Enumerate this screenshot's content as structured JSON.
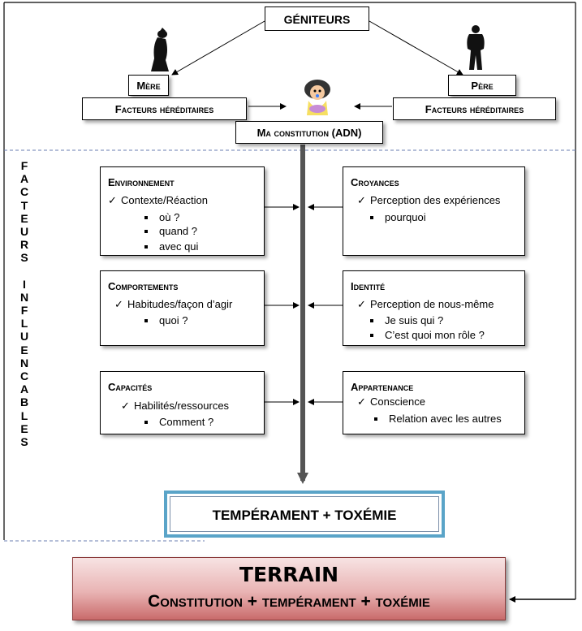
{
  "top": {
    "geniteurs": "GÉNITEURS",
    "mere": "Mère",
    "pere": "Père",
    "facteurs_left": "Facteurs héréditaires",
    "facteurs_right": "Facteurs héréditaires",
    "constitution": "Ma constitution (ADN)"
  },
  "side_label": [
    "F",
    "A",
    "C",
    "T",
    "E",
    "U",
    "R",
    "S",
    "",
    "I",
    "N",
    "F",
    "L",
    "U",
    "E",
    "N",
    "C",
    "A",
    "B",
    "L",
    "E",
    "S"
  ],
  "factors": {
    "environnement": {
      "title": "Environnement",
      "main": "Contexte/Réaction",
      "subs": [
        "où ?",
        "quand ?",
        "avec qui"
      ]
    },
    "croyances": {
      "title": "Croyances",
      "main": "Perception des expériences",
      "subs": [
        "pourquoi"
      ]
    },
    "comportements": {
      "title": "Comportements",
      "main": "Habitudes/façon d’agir",
      "subs": [
        "quoi ?"
      ]
    },
    "identite": {
      "title": "Identité",
      "main": "Perception de nous-même",
      "subs": [
        "Je suis qui ?",
        "C’est quoi mon rôle ?"
      ]
    },
    "capacites": {
      "title": "Capacités",
      "main": "Habilités/ressources",
      "subs": [
        "Comment ?"
      ]
    },
    "appartenance": {
      "title": "Appartenance",
      "main": "Conscience",
      "subs": [
        "Relation avec les autres"
      ]
    }
  },
  "temperament": "TEMPÉRAMENT + TOXÉMIE",
  "terrain": {
    "title": "TERRAIN",
    "subtitle": "Constitution + tempérament + toxémie"
  },
  "check_glyph": "✓"
}
